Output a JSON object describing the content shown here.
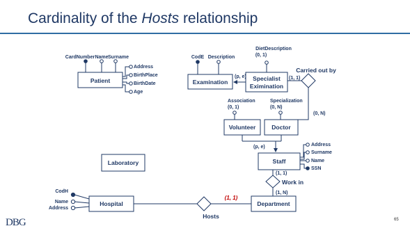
{
  "slide": {
    "title_pre": "Cardinality of the ",
    "title_em": "Hosts",
    "title_post": " relationship",
    "page_number": "65",
    "logo": "DBG"
  },
  "entities": {
    "patient": "Patient",
    "examination": "Examination",
    "specialist_examination_line1": "Specialist",
    "specialist_examination_line2": "Eximination",
    "volunteer": "Volunteer",
    "doctor": "Doctor",
    "staff": "Staff",
    "laboratory": "Laboratory",
    "hospital": "Hospital",
    "department": "Department"
  },
  "relationships": {
    "carried_out_by": "Carried out by",
    "work_in": "Work in",
    "hosts": "Hosts"
  },
  "attributes": {
    "patient": [
      "CardNumber",
      "Name",
      "Surname",
      "Address",
      "BirthPlace",
      "BirthDate",
      "Age"
    ],
    "examination": [
      "CodE",
      "Description"
    ],
    "specialist_examination": [
      "DietDescription"
    ],
    "volunteer": [
      "Association"
    ],
    "doctor": [
      "Specialization"
    ],
    "staff": [
      "Address",
      "Surname",
      "Name",
      "SSN"
    ],
    "hospital": [
      "CodH",
      "Name",
      "Address"
    ]
  },
  "cardinalities": {
    "diet_description": "(0, 1)",
    "association": "(0, 1)",
    "specialization": "(0, N)",
    "spec_exam_generalization": "(p, e)",
    "spec_exam_carried": "(1, 1)",
    "doctor_carried": "(0, N)",
    "staff_generalization": "(p, e)",
    "staff_work_in": "(1, 1)",
    "department_work_in": "(1, N)",
    "department_hosts": "(1, 1)"
  },
  "colors": {
    "title": "#1f3864",
    "rule": "#2f6da3",
    "highlight": "#c00000"
  }
}
